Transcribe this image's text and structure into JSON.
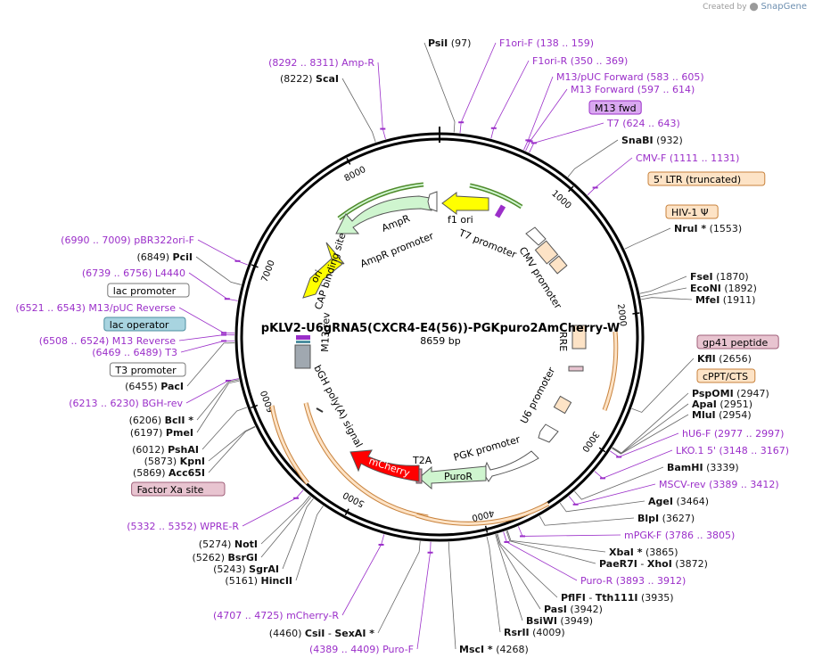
{
  "brand": {
    "created_by": "Created by",
    "product": "SnapGene"
  },
  "plasmid": {
    "name": "pKLV2-U6gRNA5(CXCR4-E4(56))-PGKpuro2AmCherry-W",
    "length_label": "8659 bp",
    "length": 8659
  },
  "ticks": [
    {
      "bp": 1000,
      "label": "1000"
    },
    {
      "bp": 2000,
      "label": "2000"
    },
    {
      "bp": 3000,
      "label": "3000"
    },
    {
      "bp": 4000,
      "label": "4000"
    },
    {
      "bp": 5000,
      "label": "5000"
    },
    {
      "bp": 6000,
      "label": "6000"
    },
    {
      "bp": 7000,
      "label": "7000"
    },
    {
      "bp": 8000,
      "label": "8000"
    }
  ],
  "right_labels": [
    {
      "kind": "enzyme",
      "name": "PsiI",
      "pos": "(97)"
    },
    {
      "kind": "primer",
      "name": "F1ori-F",
      "pos": "(138 .. 159)"
    },
    {
      "kind": "primer",
      "name": "F1ori-R",
      "pos": "(350 .. 369)"
    },
    {
      "kind": "primer",
      "name": "M13/pUC Forward",
      "pos": "(583 .. 605)"
    },
    {
      "kind": "primer",
      "name": "M13 Forward",
      "pos": "(597 .. 614)"
    },
    {
      "kind": "box",
      "name": "M13 fwd",
      "pos": "",
      "fill": "#d9a8f0",
      "stroke": "#9b2fc9"
    },
    {
      "kind": "primer",
      "name": "T7",
      "pos": "(624 .. 643)"
    },
    {
      "kind": "enzyme",
      "name": "SnaBI",
      "pos": "(932)"
    },
    {
      "kind": "primer",
      "name": "CMV-F",
      "pos": "(1111 .. 1131)"
    },
    {
      "kind": "box",
      "name": "5' LTR (truncated)",
      "pos": "",
      "fill": "#fde3c6",
      "stroke": "#c8823c"
    },
    {
      "kind": "box",
      "name": "HIV-1 Ψ",
      "pos": "",
      "fill": "#fde3c6",
      "stroke": "#c8823c"
    },
    {
      "kind": "enzyme",
      "name": "NruI *",
      "pos": "(1553)"
    },
    {
      "kind": "enzyme",
      "name": "FseI",
      "pos": "(1870)"
    },
    {
      "kind": "enzyme",
      "name": "EcoNI",
      "pos": "(1892)"
    },
    {
      "kind": "enzyme",
      "name": "MfeI",
      "pos": "(1911)"
    },
    {
      "kind": "box",
      "name": "gp41 peptide",
      "pos": "",
      "fill": "#e8c4d0",
      "stroke": "#a0607a"
    },
    {
      "kind": "enzyme",
      "name": "KflI",
      "pos": "(2656)"
    },
    {
      "kind": "box",
      "name": "cPPT/CTS",
      "pos": "",
      "fill": "#fde3c6",
      "stroke": "#c8823c"
    },
    {
      "kind": "enzyme",
      "name": "PspOMI",
      "pos": "(2947)"
    },
    {
      "kind": "enzyme",
      "name": "ApaI",
      "pos": "(2951)"
    },
    {
      "kind": "enzyme",
      "name": "MluI",
      "pos": "(2954)"
    },
    {
      "kind": "primer",
      "name": "hU6-F",
      "pos": "(2977 .. 2997)"
    },
    {
      "kind": "primer",
      "name": "LKO.1 5'",
      "pos": "(3148 .. 3167)"
    },
    {
      "kind": "enzyme",
      "name": "BamHI",
      "pos": "(3339)"
    },
    {
      "kind": "primer",
      "name": "MSCV-rev",
      "pos": "(3389 .. 3412)"
    },
    {
      "kind": "enzyme",
      "name": "AgeI",
      "pos": "(3464)"
    },
    {
      "kind": "enzyme",
      "name": "BlpI",
      "pos": "(3627)"
    },
    {
      "kind": "primer",
      "name": "mPGK-F",
      "pos": "(3786 .. 3805)"
    },
    {
      "kind": "enzyme",
      "name": "XbaI *",
      "pos": "(3865)"
    },
    {
      "kind": "enzyme2",
      "name": "PaeR7I",
      "name2": "XhoI",
      "pos": "(3872)"
    },
    {
      "kind": "primer",
      "name": "Puro-R",
      "pos": "(3893 .. 3912)"
    },
    {
      "kind": "enzyme2",
      "name": "PflFI",
      "name2": "Tth111I",
      "pos": "(3935)"
    },
    {
      "kind": "enzyme",
      "name": "PasI",
      "pos": "(3942)"
    },
    {
      "kind": "enzyme",
      "name": "BsiWI",
      "pos": "(3949)"
    },
    {
      "kind": "enzyme",
      "name": "RsrII",
      "pos": "(4009)"
    },
    {
      "kind": "enzyme",
      "name": "MscI *",
      "pos": "(4268)"
    }
  ],
  "left_labels": [
    {
      "kind": "primer",
      "name": "Amp-R",
      "pos": "(8292 .. 8311)"
    },
    {
      "kind": "enzyme",
      "name": "ScaI",
      "pos": "(8222)"
    },
    {
      "kind": "primer",
      "name": "pBR322ori-F",
      "pos": "(6990 .. 7009)"
    },
    {
      "kind": "enzyme",
      "name": "PciI",
      "pos": "(6849)"
    },
    {
      "kind": "primer",
      "name": "L4440",
      "pos": "(6739 .. 6756)"
    },
    {
      "kind": "box",
      "name": "lac promoter",
      "pos": "",
      "fill": "#ffffff",
      "stroke": "#777777"
    },
    {
      "kind": "primer",
      "name": "M13/pUC Reverse",
      "pos": "(6521 .. 6543)"
    },
    {
      "kind": "box",
      "name": "lac operator",
      "pos": "",
      "fill": "#a8d4e0",
      "stroke": "#4d8ea0"
    },
    {
      "kind": "primer",
      "name": "M13 Reverse",
      "pos": "(6508 .. 6524)"
    },
    {
      "kind": "primer",
      "name": "T3",
      "pos": "(6469 .. 6489)"
    },
    {
      "kind": "box",
      "name": "T3 promoter",
      "pos": "",
      "fill": "#ffffff",
      "stroke": "#777777"
    },
    {
      "kind": "enzyme",
      "name": "PacI",
      "pos": "(6455)"
    },
    {
      "kind": "primer",
      "name": "BGH-rev",
      "pos": "(6213 .. 6230)"
    },
    {
      "kind": "enzyme",
      "name": "BclI *",
      "pos": "(6206)"
    },
    {
      "kind": "enzyme",
      "name": "PmeI",
      "pos": "(6197)"
    },
    {
      "kind": "enzyme",
      "name": "PshAI",
      "pos": "(6012)"
    },
    {
      "kind": "enzyme",
      "name": "KpnI",
      "pos": "(5873)"
    },
    {
      "kind": "enzyme",
      "name": "Acc65I",
      "pos": "(5869)"
    },
    {
      "kind": "box",
      "name": "Factor Xa site",
      "pos": "",
      "fill": "#e8c4d0",
      "stroke": "#a0607a"
    },
    {
      "kind": "primer",
      "name": "WPRE-R",
      "pos": "(5332 .. 5352)"
    },
    {
      "kind": "enzyme",
      "name": "NotI",
      "pos": "(5274)"
    },
    {
      "kind": "enzyme",
      "name": "BsrGI",
      "pos": "(5262)"
    },
    {
      "kind": "enzyme",
      "name": "SgrAI",
      "pos": "(5243)"
    },
    {
      "kind": "enzyme",
      "name": "HincII",
      "pos": "(5161)"
    },
    {
      "kind": "primer",
      "name": "mCherry-R",
      "pos": "(4707 .. 4725)"
    },
    {
      "kind": "enzyme2",
      "name": "CsiI",
      "name2": "SexAI *",
      "pos": "(4460)"
    },
    {
      "kind": "primer",
      "name": "Puro-F",
      "pos": "(4389 .. 4409)"
    }
  ],
  "feature_labels": [
    "f1 ori",
    "T7 promoter",
    "CMV promoter",
    "AmpR",
    "AmpR promoter",
    "ori",
    "CAP binding site",
    "M13 rev",
    "RRE",
    "U6 promoter",
    "bGH poly(A) signal",
    "PGK promoter",
    "PuroR",
    "T2A",
    "mCherry"
  ],
  "colors": {
    "enzyme": "#111111",
    "primer": "#9b2fc9",
    "ring": "#000000",
    "ampr": "#cff5cf",
    "ori": "#ffff00",
    "mcherry": "#ff0000",
    "puror": "#cff5cf",
    "lentiviral": "#fde3c6"
  }
}
